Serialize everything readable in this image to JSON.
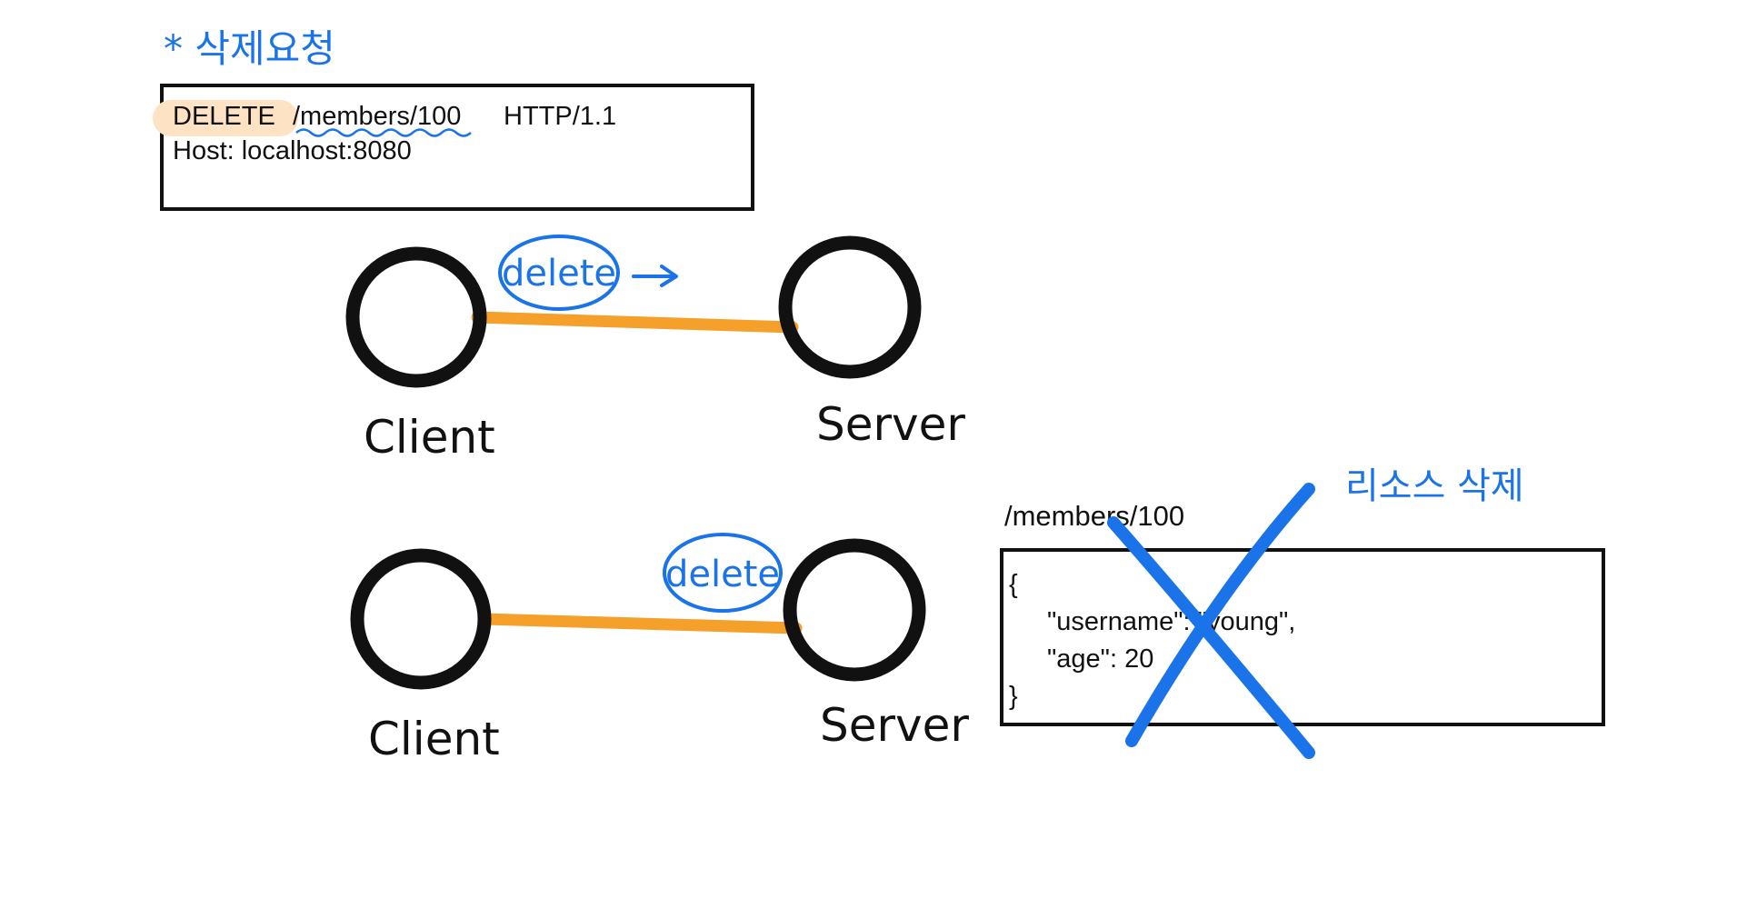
{
  "title": "* 삭제요청",
  "request": {
    "method": "DELETE",
    "path": "/members/100",
    "protocol": "HTTP/1.1",
    "host_line": "Host: localhost:8080"
  },
  "top_diagram": {
    "client_label": "Client",
    "server_label": "Server",
    "bubble_label": "delete"
  },
  "bottom_diagram": {
    "client_label": "Client",
    "server_label": "Server",
    "bubble_label": "delete"
  },
  "resource": {
    "path": "/members/100",
    "delete_note": "리소스 삭제",
    "json_lines": [
      "{",
      "\"username\": \"young\",",
      "\"age\": 20",
      "}"
    ]
  },
  "colors": {
    "blue_annotation": "#1a73e8",
    "connection_line": "#f5a02a",
    "highlight": "#fde3c4",
    "outline": "#111111"
  }
}
